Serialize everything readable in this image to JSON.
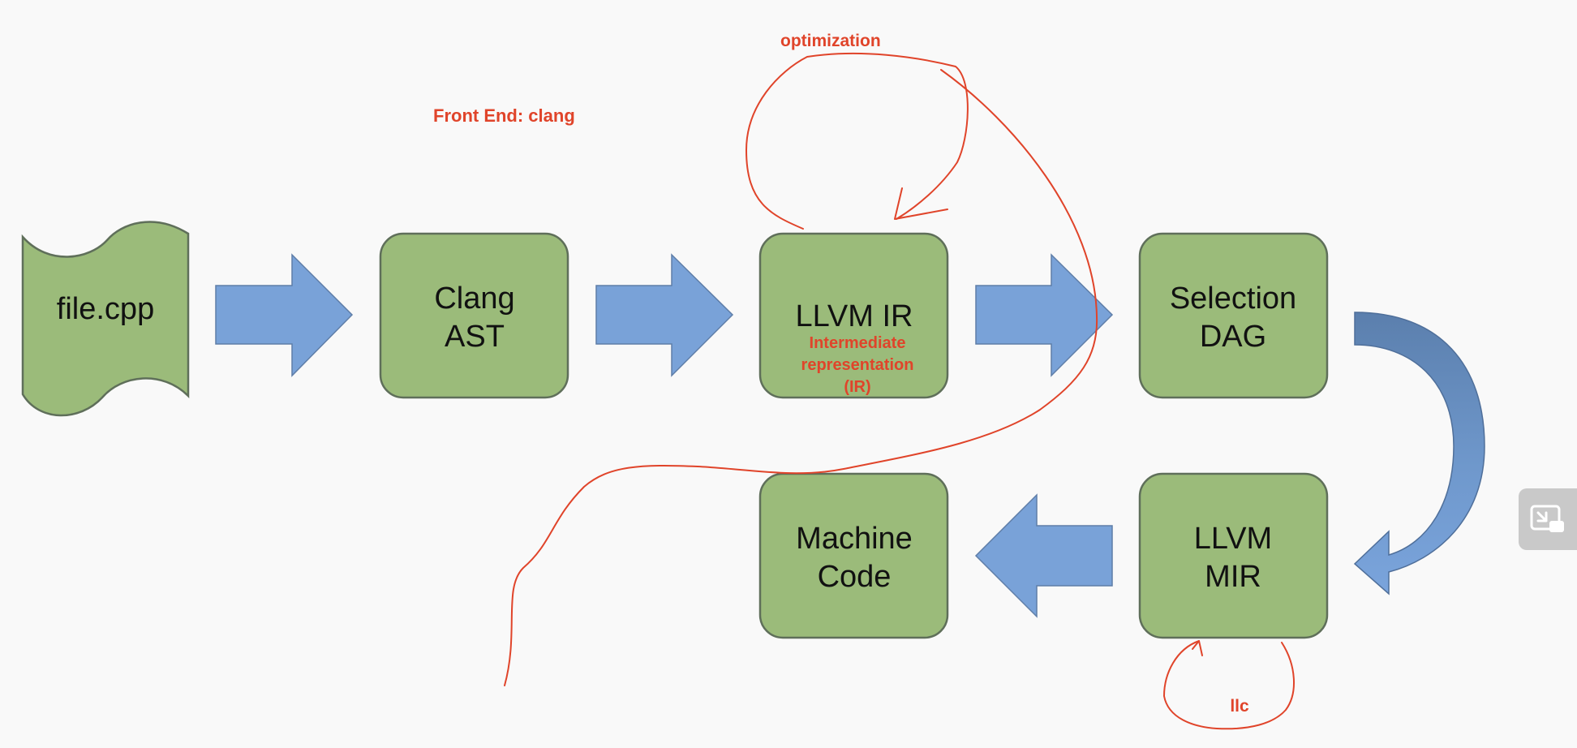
{
  "nodes": {
    "file": "file.cpp",
    "clang_ast": [
      "Clang",
      "AST"
    ],
    "llvm_ir": "LLVM IR",
    "selection_dag": [
      "Selection",
      "DAG"
    ],
    "llvm_mir": [
      "LLVM",
      "MIR"
    ],
    "machine_code": [
      "Machine",
      "Code"
    ]
  },
  "annotations": {
    "front_end": "Front End: clang",
    "optimization": "optimization",
    "ir_note": [
      "Intermediate",
      "representation",
      "(IR)"
    ],
    "llc": "llc"
  },
  "colors": {
    "node_fill": "#9bbb7a",
    "node_stroke": "#5f6f5a",
    "arrow_fill": "#79a2d8",
    "arrow_dark": "#5b7fad",
    "ink": "#e0442a"
  },
  "controls": {
    "pip_button_icon": "exit-picture-in-picture-icon"
  }
}
